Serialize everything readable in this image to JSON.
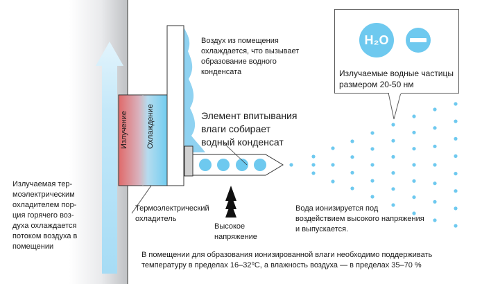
{
  "texts": {
    "air_cooling": "Воздух из помещения\nохлаждается, что вызывает\nобразование водного\nконденсата",
    "absorb": "Элемент впитывания\nвлаги собирает\nводный конденсат",
    "particles": "Излучаемые водные частицы\nразмером 20-50 нм",
    "left_note": "Излучаемая тер-\nмоэлектрическим\nохладителем пор-\nция горячего воз-\nдуха охлаждается\nпотоком воздуха в\nпомещении",
    "cooler": "Термоэлектрический\nохладитель",
    "high_voltage": "Высокое\nнапряжение",
    "ionize": "Вода ионизируется под\nвоздействием высокого напряжения\nи выпускается.",
    "footer": "В помещении для образования ионизированной влаги необходимо поддерживать\nтемпературу в пределах 16–32⁰С, а влажность воздуха — в пределах 35–70 %",
    "radiation": "Излучение",
    "cooling": "Охлаждение",
    "h2o": "H₂O"
  },
  "colors": {
    "droplet": "#6ec9ef",
    "hot_red": "#e06a6a",
    "cool_blue": "#72cdf0",
    "arrow_blue": "#9fd8f4"
  }
}
